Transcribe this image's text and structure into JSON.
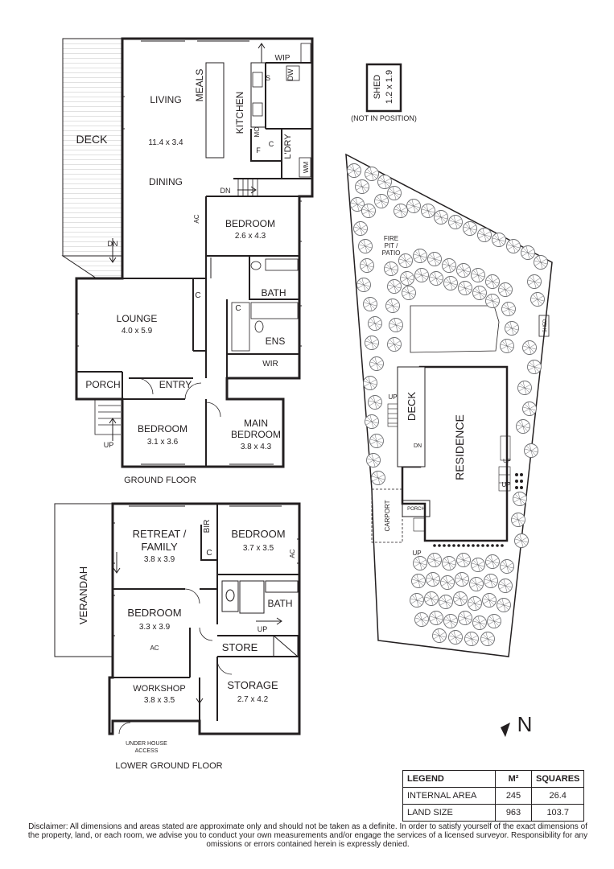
{
  "plan": {
    "ground_floor": {
      "title": "GROUND FLOOR",
      "deck": "DECK",
      "living": "LIVING",
      "living_dims": "11.4 x 3.4",
      "dining": "DINING",
      "meals": "MEALS",
      "kitchen": "KITCHEN",
      "wip": "WIP",
      "s": "S",
      "dw": "DW",
      "mo": "MO",
      "f": "F",
      "c": "C",
      "ldry": "L'DRY",
      "wm": "WM",
      "dn": "DN",
      "dn_deck": "DN",
      "ac": "AC",
      "bedroom_upper": "BEDROOM",
      "bedroom_upper_dims": "2.6 x 4.3",
      "c_hall": "C",
      "bath": "BATH",
      "c_ens": "C",
      "ens": "ENS",
      "wir": "WIR",
      "lounge": "LOUNGE",
      "lounge_dims": "4.0 x 5.9",
      "porch": "PORCH",
      "entry": "ENTRY",
      "bedroom_left": "BEDROOM",
      "bedroom_left_dims": "3.1 x 3.6",
      "main_bedroom_1": "MAIN",
      "main_bedroom_2": "BEDROOM",
      "main_bedroom_dims": "3.8 x 4.3",
      "up": "UP"
    },
    "lower_floor": {
      "title": "LOWER GROUND FLOOR",
      "verandah": "VERANDAH",
      "retreat_1": "RETREAT /",
      "retreat_2": "FAMILY",
      "retreat_dims": "3.8 x 3.9",
      "bir": "BIR",
      "c": "C",
      "bedroom_right": "BEDROOM",
      "bedroom_right_dims": "3.7 x 3.5",
      "ac_right": "AC",
      "bath": "BATH",
      "bedroom_left": "BEDROOM",
      "bedroom_left_dims": "3.3 x 3.9",
      "ac": "AC",
      "up": "UP",
      "store": "STORE",
      "workshop": "WORKSHOP",
      "workshop_dims": "3.8 x 3.5",
      "storage": "STORAGE",
      "storage_dims": "2.7 x 4.2",
      "under_house_1": "UNDER HOUSE",
      "under_house_2": "ACCESS"
    },
    "site": {
      "shed": "SHED",
      "shed_dims": "1.2 x 1.9",
      "not_in_position": "(NOT IN POSITION)",
      "fire_pit_1": "FIRE",
      "fire_pit_2": "PIT /",
      "fire_pit_3": "PATIO",
      "shed_small": "SHED",
      "deck": "DECK",
      "residence": "RESIDENCE",
      "up_deck": "UP",
      "dn": "DN",
      "up_right_1": "UP",
      "up_right_2": "UP",
      "carport": "CARPORT",
      "porch": "PORCH",
      "up_bottom": "UP"
    },
    "north": "N"
  },
  "legend": {
    "headers": [
      "LEGEND",
      "M²",
      "SQUARES"
    ],
    "rows": [
      [
        "INTERNAL AREA",
        "245",
        "26.4"
      ],
      [
        "LAND SIZE",
        "963",
        "103.7"
      ]
    ]
  },
  "disclaimer": "Disclaimer: All dimensions and areas stated are approximate only and should not be taken as a definite. In order to satisfy yourself of the exact dimensions of the property, land, or each room, we advise you to conduct your own measurements and/or engage the services of a licensed surveyor. Responsibility for any omissions or errors contained herein is expressly denied.",
  "colors": {
    "wall": "#231f20",
    "tree": "#6d6e71",
    "watermark": "#d9d9d9"
  }
}
